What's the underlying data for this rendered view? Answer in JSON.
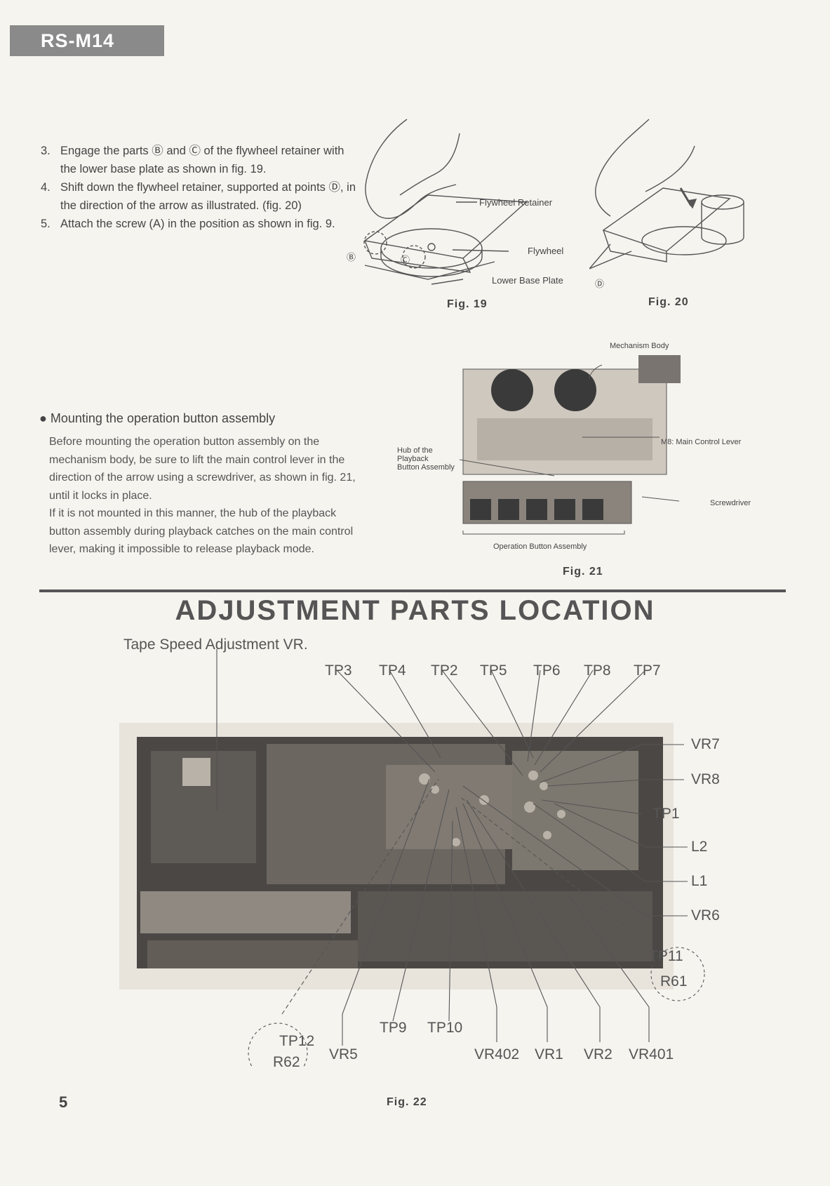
{
  "header": {
    "model": "RS-M14"
  },
  "steps": [
    {
      "num": "3.",
      "text": "Engage the parts Ⓑ and Ⓒ of the flywheel retainer with the lower base plate as shown in fig. 19."
    },
    {
      "num": "4.",
      "text": "Shift down the flywheel retainer, supported at points Ⓓ, in the direction of the arrow as illustrated. (fig. 20)"
    },
    {
      "num": "5.",
      "text": "Attach the screw (A) in the position as shown in fig. 9."
    }
  ],
  "fig19": {
    "caption": "Fig. 19",
    "labels": {
      "retainer": "Flywheel Retainer",
      "flywheel": "Flywheel",
      "base": "Lower Base Plate",
      "b": "Ⓑ",
      "c": "Ⓒ"
    }
  },
  "fig20": {
    "caption": "Fig. 20",
    "labels": {
      "d": "Ⓓ"
    }
  },
  "section": {
    "heading": "Mounting the operation button assembly",
    "body": "Before mounting the operation button assembly on the mechanism body, be sure to lift the main control lever in the direction of the arrow using a screwdriver, as shown in fig. 21, until it locks in place.\nIf it is not mounted in this manner, the hub of the playback button assembly during playback catches on the main control lever, making it impossible to release playback mode."
  },
  "fig21": {
    "caption": "Fig. 21",
    "labels": {
      "mechanism": "Mechanism Body",
      "lever": "M8: Main Control Lever",
      "hub": "Hub of the\nPlayback\nButton Assembly",
      "screwdriver": "Screwdriver",
      "opbutton": "Operation Button Assembly"
    }
  },
  "adjustment": {
    "title": "ADJUSTMENT PARTS LOCATION",
    "tape_speed": "Tape Speed Adjustment VR.",
    "top": [
      "TP3",
      "TP4",
      "TP2",
      "TP5",
      "TP6",
      "TP8",
      "TP7"
    ],
    "right": [
      "VR7",
      "VR8",
      "TP1",
      "L2",
      "L1",
      "VR6"
    ],
    "tp11": "TP11",
    "r61": "R61",
    "tp12": "TP12",
    "r62": "R62",
    "bottom": [
      "VR5",
      "TP9",
      "TP10",
      "VR402",
      "VR1",
      "VR2",
      "VR401"
    ],
    "caption": "Fig. 22"
  },
  "page_number": "5"
}
